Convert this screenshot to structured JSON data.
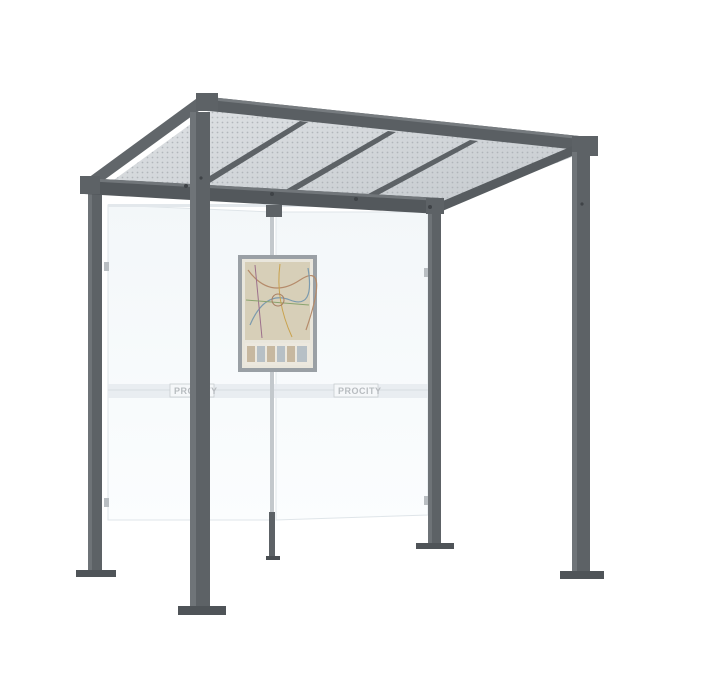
{
  "image": {
    "subject": "bus-shelter",
    "background_color": "#ffffff"
  },
  "shelter": {
    "frame_color": "#5d6266",
    "frame_shadow_color": "#4a4e52",
    "roof_panel_color": "#c9cdd1",
    "glass_color": "#eef4f7",
    "glass_edge_color": "#d6dde2",
    "brand_band_color": "#e3e8ec",
    "brand_marks": [
      "PROCITY",
      "PROCITY"
    ]
  },
  "poster": {
    "frame_color": "#9aa0a5",
    "map_color": "#d7cfb8"
  }
}
